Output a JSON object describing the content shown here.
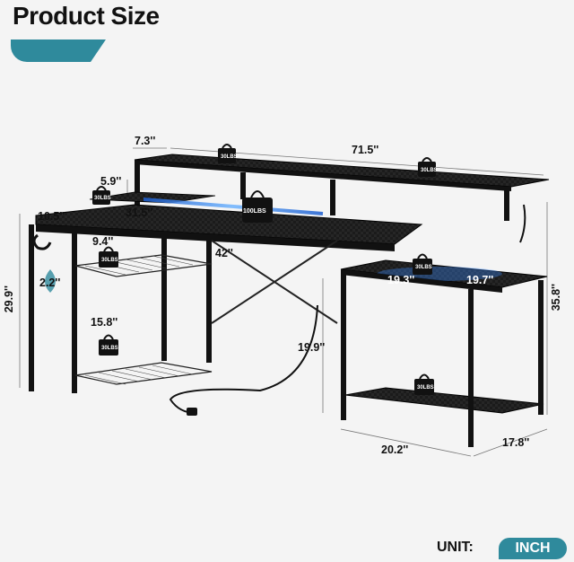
{
  "title": "Product Size",
  "unit": {
    "label": "UNIT:",
    "value": "INCH"
  },
  "dimensions": {
    "top_shelf_depth": "7.3''",
    "top_shelf_width": "71.5''",
    "riser_height": "5.9''",
    "side_depth": "10.5''",
    "monitor_area": "31.5''",
    "desk_depth": "42''",
    "top_basket_gap": "9.4''",
    "hook_offset": "2.2''",
    "total_height": "29.9''",
    "lower_basket_gap": "15.8''",
    "side_table_width": "19.3''",
    "side_table_depth": "19.7''",
    "side_table_gap": "19.9''",
    "overall_height": "35.8''",
    "base_width": "20.2''",
    "base_depth": "17.8''"
  },
  "weights": {
    "top_shelf_left": "30LBS",
    "top_shelf_right": "30LBS",
    "riser_left": "30LBS",
    "desktop": "100LBS",
    "side_shelf": "30LBS",
    "top_basket": "30LBS",
    "lower_basket": "30LBS",
    "side_bottom": "30LBS"
  }
}
